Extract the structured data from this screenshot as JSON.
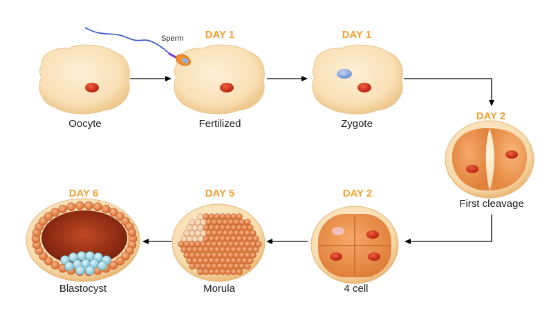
{
  "stages": [
    {
      "id": "oocyte",
      "label": "Oocyte",
      "day": ""
    },
    {
      "id": "fertilized",
      "label": "Fertilized",
      "day": "DAY 1"
    },
    {
      "id": "zygote",
      "label": "Zygote",
      "day": "DAY 1"
    },
    {
      "id": "first-cleavage",
      "label": "First cleavage",
      "day": "DAY 2"
    },
    {
      "id": "four-cell",
      "label": "4 cell",
      "day": "DAY 2"
    },
    {
      "id": "morula",
      "label": "Morula",
      "day": "DAY 5"
    },
    {
      "id": "blastocyst",
      "label": "Blastocyst",
      "day": "DAY 6"
    }
  ],
  "sperm_label": "Sperm",
  "colors": {
    "day_label": "#f0a030",
    "cell_fill": "#fbe3b8",
    "cleavage_fill": "#f2a060",
    "nucleus": "#d83020",
    "pronucleus_male": "#8fb0e0",
    "arrow": "#000000"
  }
}
